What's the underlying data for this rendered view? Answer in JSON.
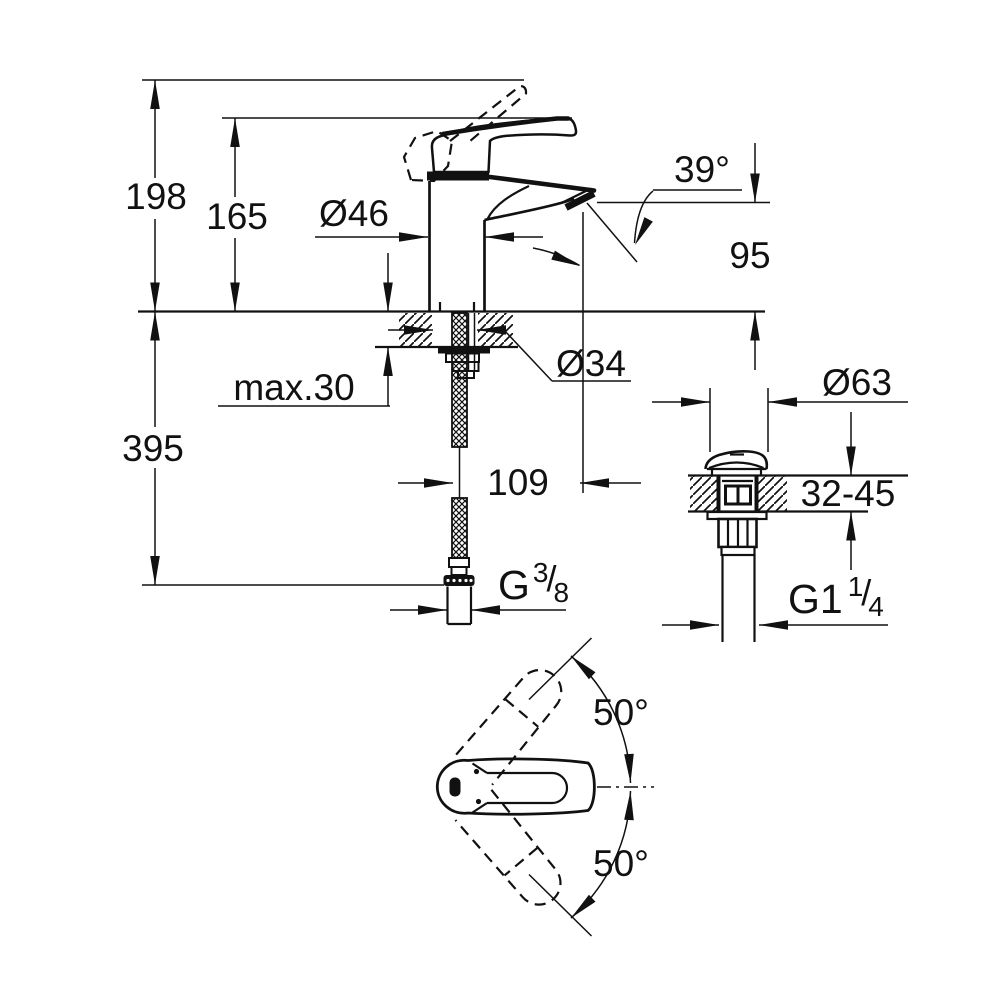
{
  "page": {
    "background": "#ffffff",
    "line_color": "#111111",
    "type": "technical dimension drawing"
  },
  "side_view": {
    "height_total": "198",
    "height_to_spout": "165",
    "height_below_deck": "395",
    "base_diameter": "Ø46",
    "hole_diameter": "Ø34",
    "deck_thickness_max": "max.30",
    "spout_reach": "109",
    "outlet_height": "95",
    "outlet_angle": "39°",
    "hose_thread": {
      "g": "G",
      "sup": "3",
      "slash": "/",
      "sub": "8"
    }
  },
  "drain_view": {
    "flange_diameter": "Ø63",
    "deck_thickness_range": "32-45",
    "waste_thread": {
      "g": "G1",
      "sup": "1",
      "slash": "/",
      "sub": "4"
    }
  },
  "handle_view": {
    "swivel_up": "50°",
    "swivel_down": "50°"
  }
}
